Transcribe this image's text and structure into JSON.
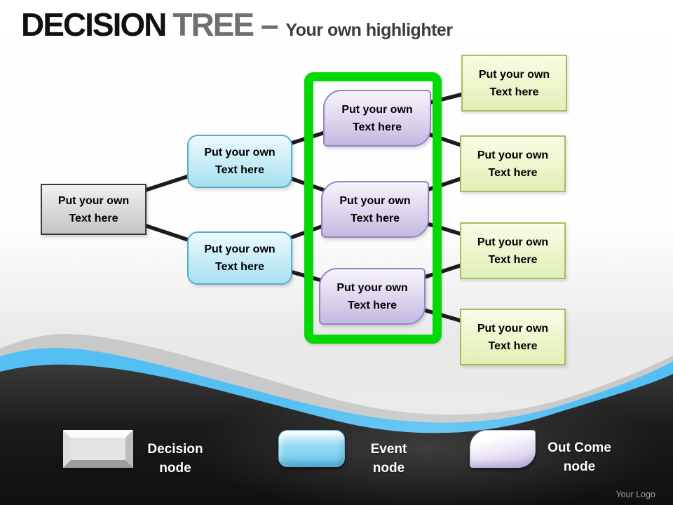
{
  "title": {
    "primary": "DECISION",
    "secondary": "TREE –",
    "subtitle": "Your own highlighter"
  },
  "tree": {
    "root": {
      "line1": "Put your own",
      "line2": "Text here"
    },
    "events": [
      {
        "line1": "Put your own",
        "line2": "Text here"
      },
      {
        "line1": "Put your own",
        "line2": "Text here"
      }
    ],
    "outcomes": [
      {
        "line1": "Put your own",
        "line2": "Text here"
      },
      {
        "line1": "Put your own",
        "line2": "Text here"
      },
      {
        "line1": "Put your own",
        "line2": "Text here"
      }
    ],
    "leaves": [
      {
        "line1": "Put your own",
        "line2": "Text here"
      },
      {
        "line1": "Put your own",
        "line2": "Text here"
      },
      {
        "line1": "Put your own",
        "line2": "Text here"
      },
      {
        "line1": "Put your own",
        "line2": "Text here"
      }
    ],
    "edges": [
      [
        "root",
        "event-1"
      ],
      [
        "root",
        "event-2"
      ],
      [
        "event-1",
        "outcome-1"
      ],
      [
        "event-1",
        "outcome-2"
      ],
      [
        "event-2",
        "outcome-2"
      ],
      [
        "event-2",
        "outcome-3"
      ],
      [
        "outcome-1",
        "leaf-1"
      ],
      [
        "outcome-1",
        "leaf-2"
      ],
      [
        "outcome-2",
        "leaf-2"
      ],
      [
        "outcome-2",
        "leaf-3"
      ],
      [
        "outcome-3",
        "leaf-3"
      ],
      [
        "outcome-3",
        "leaf-4"
      ]
    ],
    "highlighted_group": "outcomes"
  },
  "legend": [
    {
      "swatch": "decision",
      "line1": "Decision",
      "line2": "node"
    },
    {
      "swatch": "event",
      "line1": "Event",
      "line2": "node"
    },
    {
      "swatch": "outcome",
      "line1": "Out Come",
      "line2": "node"
    }
  ],
  "footer": {
    "logo": "Your Logo"
  },
  "colors": {
    "highlight_frame": "#04d904",
    "decision_fill": "#d9d9d9",
    "event_fill": "#bce8f5",
    "event_border": "#53aecd",
    "outcome_fill": "#d5cbe9",
    "outcome_border": "#9184c5",
    "leaf_fill": "#e9f3c4",
    "leaf_border": "#a7bd5e",
    "wave_blue": "#54bff3",
    "wave_gray": "#c9c9c9",
    "bottom_band": "#161616",
    "connector": "#1c1c1c"
  }
}
